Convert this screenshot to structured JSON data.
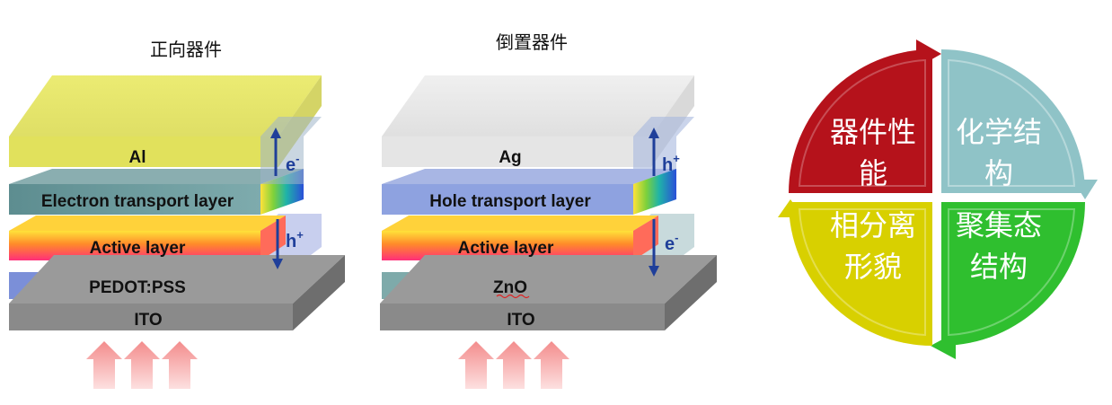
{
  "left_device": {
    "title": "正向器件",
    "layers": [
      "Al",
      "Electron transport layer",
      "Active layer",
      "PEDOT:PSS",
      "ITO"
    ],
    "carrier_up": "e",
    "carrier_up_sign": "-",
    "carrier_down": "h",
    "carrier_down_sign": "+"
  },
  "right_device": {
    "title": "倒置器件",
    "layers": [
      "Ag",
      "Hole transport layer",
      "Active layer",
      "ZnO",
      "ITO"
    ],
    "carrier_up": "h",
    "carrier_up_sign": "+",
    "carrier_down": "e",
    "carrier_down_sign": "-"
  },
  "cycle": {
    "quadrants": [
      {
        "line1": "器件性",
        "line2": "能",
        "color": "#b5121b"
      },
      {
        "line1": "化学结",
        "line2": "构",
        "color": "#8fc3c7"
      },
      {
        "line1": "聚集态",
        "line2": "结构",
        "color": "#2fbf2f"
      },
      {
        "line1": "相分离",
        "line2": "形貌",
        "color": "#d8d000"
      }
    ]
  },
  "colors": {
    "al": "#dede4a",
    "ag": "#dedede",
    "etl": "#5b8a8e",
    "htl": "#8aa0de",
    "pedot": "#7a8ed6",
    "zno": "#7aa8a8",
    "ito": "#8a8a8a",
    "arrow_blue": "#1f3f9a",
    "light_arrow": "#f6a8a8"
  }
}
